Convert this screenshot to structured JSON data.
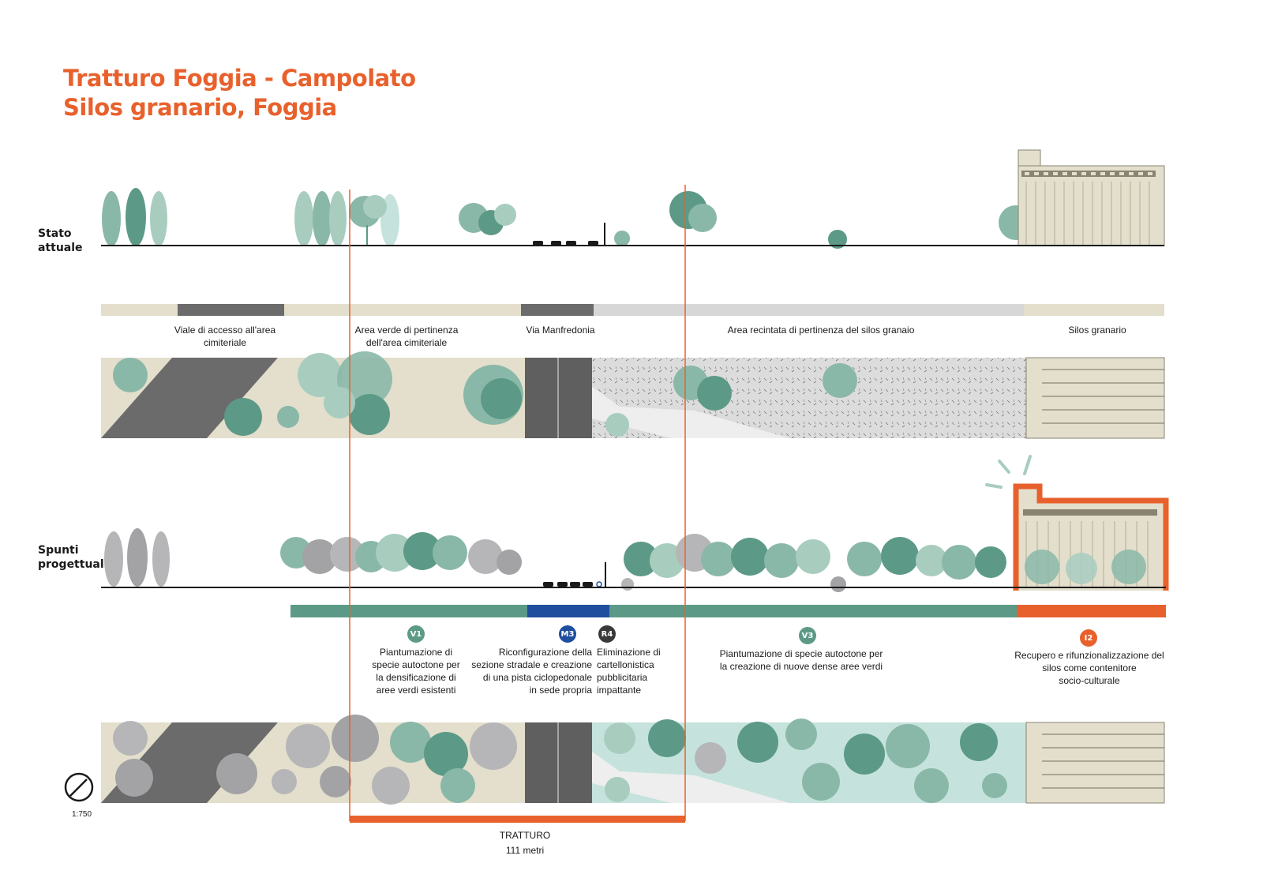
{
  "title": {
    "line1": "Tratturo Foggia - Campolato",
    "line2": "Silos granario, Foggia"
  },
  "rows": {
    "current": "Stato\nattuale",
    "project": "Spunti\nprogettuali"
  },
  "zones": [
    {
      "label": "Viale di accesso all'area\ncimiteriale"
    },
    {
      "label": "Area verde di pertinenza\ndell'area cimiteriale"
    },
    {
      "label": "Via Manfredonia"
    },
    {
      "label": "Area recintata di pertinenza del silos granaio"
    },
    {
      "label": "Silos granario"
    }
  ],
  "interventions": [
    {
      "code": "V1",
      "color": "#5c9a87",
      "text": "Piantumazione di\nspecie autoctone per\nla densificazione di\naree verdi esistenti"
    },
    {
      "code": "M3",
      "color": "#1f4e9e",
      "text": "Riconfigurazione della\nsezione stradale e creazione\ndi una pista ciclopedonale\nin sede propria"
    },
    {
      "code": "R4",
      "color": "#3a3a3a",
      "text": "Eliminazione di\ncartellonistica\npubblicitaria\nimpattante"
    },
    {
      "code": "V3",
      "color": "#5c9a87",
      "text": "Piantumazione di specie autoctone per\nla creazione di nuove dense aree verdi"
    },
    {
      "code": "I2",
      "color": "#e8612c",
      "text": "Recupero e rifunzionalizzazione del\nsilos come contenitore\nsocio-culturale"
    }
  ],
  "tratturo": {
    "label": "TRATTURO",
    "length": "111 metri"
  },
  "scale": "1:750",
  "colors": {
    "accent": "#e8612c",
    "green": "#5c9a87",
    "blue": "#1f4e9e",
    "dark": "#3a3a3a",
    "beige": "#e3dfcc",
    "road": "#6b6b6c"
  }
}
